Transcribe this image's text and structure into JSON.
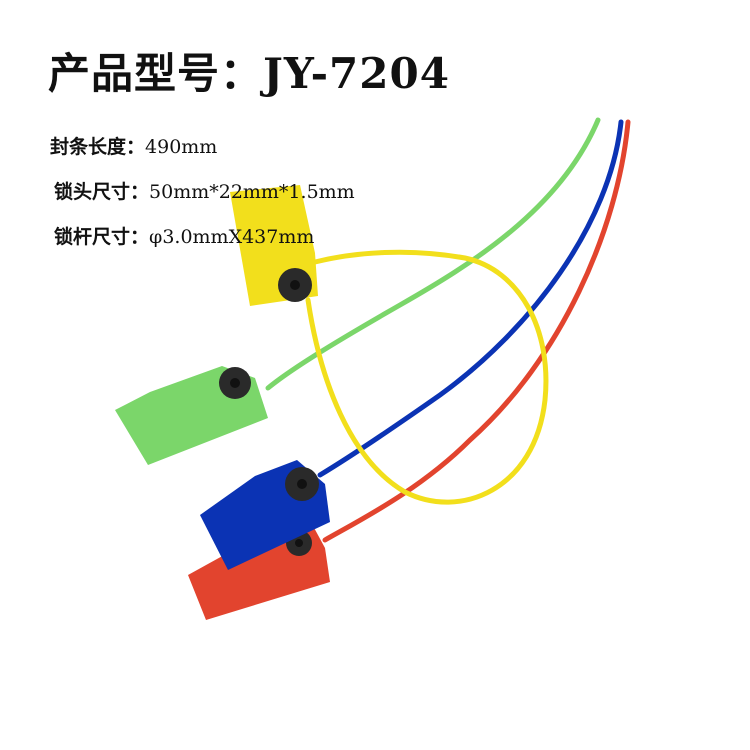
{
  "title": "产品型号：JY-7204",
  "specs": [
    {
      "label": "封条长度：",
      "value": "490mm"
    },
    {
      "label": "锁头尺寸：",
      "value": "50mm*22mm*1.5mm"
    },
    {
      "label": "锁杆尺寸：",
      "value": "φ3.0mmX437mm"
    }
  ],
  "colors": {
    "yellow": "#f2df1c",
    "green": "#7bd66a",
    "blue": "#0b33b4",
    "red": "#e2442e",
    "grommet": "#2a2a2a"
  }
}
